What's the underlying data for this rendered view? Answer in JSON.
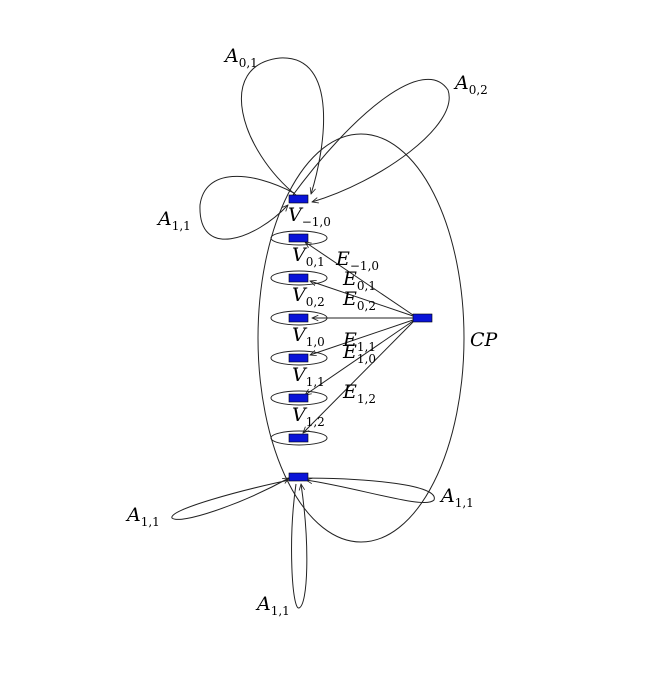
{
  "diagram": {
    "region_label": {
      "main": "CP",
      "sub": ""
    },
    "vertex_labels": [
      {
        "id": "v-1-0",
        "main": "V",
        "sub": "−1,0"
      },
      {
        "id": "v-0-1",
        "main": "V",
        "sub": "0,1"
      },
      {
        "id": "v-0-2",
        "main": "V",
        "sub": "0,2"
      },
      {
        "id": "v-1-0b",
        "main": "V",
        "sub": "1,0"
      },
      {
        "id": "v-1-1",
        "main": "V",
        "sub": "1,1"
      },
      {
        "id": "v-1-2",
        "main": "V",
        "sub": "1,2"
      }
    ],
    "edge_labels": [
      {
        "id": "e-m1-0",
        "main": "E",
        "sub": "−1,0"
      },
      {
        "id": "e-0-1",
        "main": "E",
        "sub": "0,1"
      },
      {
        "id": "e-0-2",
        "main": "E",
        "sub": "0,2"
      },
      {
        "id": "e-1-1",
        "main": "E",
        "sub": "1,1"
      },
      {
        "id": "e-1-0",
        "main": "E",
        "sub": "1,0"
      },
      {
        "id": "e-1-2",
        "main": "E",
        "sub": "1,2"
      }
    ],
    "loop_labels": [
      {
        "id": "a-0-1",
        "main": "A",
        "sub": "0,1"
      },
      {
        "id": "a-0-2",
        "main": "A",
        "sub": "0,2"
      },
      {
        "id": "a-1-1-top",
        "main": "A",
        "sub": "1,1"
      },
      {
        "id": "a-1-1-left",
        "main": "A",
        "sub": "1,1"
      },
      {
        "id": "a-1-1-right",
        "main": "A",
        "sub": "1,1"
      },
      {
        "id": "a-1-1-bottom",
        "main": "A",
        "sub": "1,1"
      }
    ],
    "colors": {
      "node": "#0a14d8",
      "stroke": "#222222"
    }
  }
}
